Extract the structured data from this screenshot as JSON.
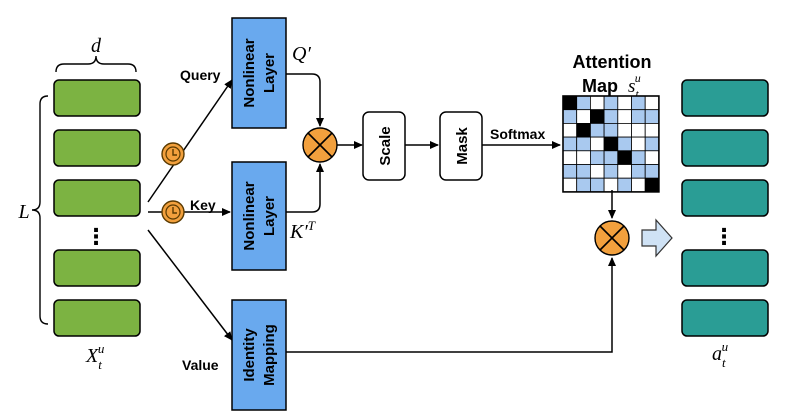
{
  "input": {
    "dim_label": "d",
    "len_label": "L",
    "matrix_label": "X",
    "matrix_sub": "t",
    "matrix_sup": "u",
    "ellipsis": "⋮",
    "color": "#7cb342"
  },
  "branches": {
    "query": "Query",
    "key": "Key",
    "value": "Value"
  },
  "blocks": {
    "nonlinear_top_1": "Nonlinear",
    "nonlinear_top_2": "Layer",
    "nonlinear_bot_1": "Nonlinear",
    "nonlinear_bot_2": "Layer",
    "identity_1": "Identity",
    "identity_2": "Mapping",
    "scale": "Scale",
    "mask": "Mask",
    "block_color": "#69a9ee"
  },
  "math": {
    "q_prime": "Q′",
    "k_prime": "K′",
    "k_prime_sup": "T"
  },
  "ops": {
    "softmax": "Softmax",
    "multiply_icon": "multiply-circle-icon",
    "clock_icon": "clock-icon",
    "op_color": "#f2a03d"
  },
  "attention": {
    "title_1": "Attention",
    "title_2": "Map",
    "sym": "s",
    "sym_sub": "t",
    "sym_sup": "u",
    "colors": {
      "black": "#000000",
      "light": "#a9c9ef",
      "white": "#ffffff"
    },
    "grid": [
      [
        "black",
        "light",
        "white",
        "light",
        "white",
        "light",
        "white"
      ],
      [
        "light",
        "white",
        "black",
        "light",
        "white",
        "light",
        "light"
      ],
      [
        "white",
        "black",
        "light",
        "light",
        "white",
        "white",
        "white"
      ],
      [
        "light",
        "light",
        "white",
        "black",
        "light",
        "white",
        "light"
      ],
      [
        "white",
        "white",
        "light",
        "light",
        "black",
        "light",
        "white"
      ],
      [
        "light",
        "light",
        "white",
        "light",
        "white",
        "light",
        "light"
      ],
      [
        "white",
        "light",
        "light",
        "white",
        "light",
        "white",
        "black"
      ]
    ]
  },
  "output": {
    "label": "a",
    "sub": "t",
    "sup": "u",
    "ellipsis": "⋮",
    "color": "#2a9d95"
  }
}
